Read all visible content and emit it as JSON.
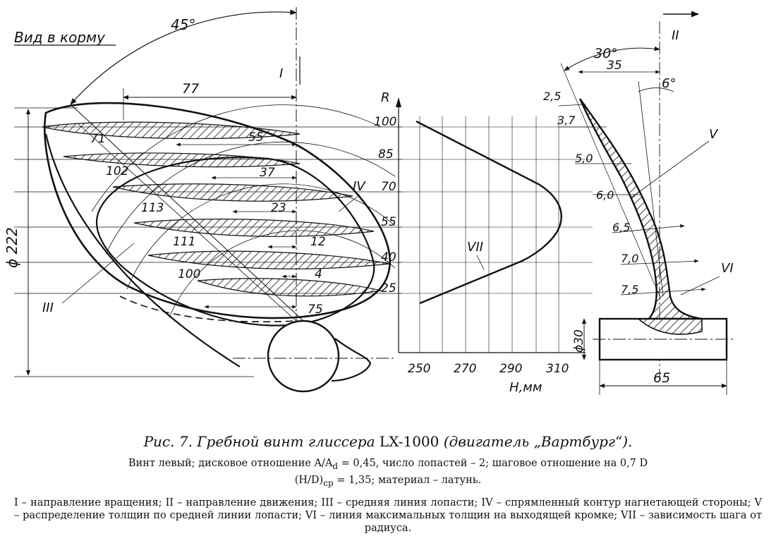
{
  "view_label": "Вид в корму",
  "angles": {
    "main": "45°",
    "side": "30°",
    "small": "6°"
  },
  "roman": {
    "I": "I",
    "II": "II",
    "III": "III",
    "IV": "IV",
    "V": "V",
    "VI": "VI",
    "VII": "VII"
  },
  "dimensions": {
    "diameter": "ϕ 222",
    "hub_diameter": "ϕ30",
    "hub_length": "65",
    "section_35": "35",
    "chords": [
      "77",
      "71",
      "55",
      "102",
      "37",
      "113",
      "23",
      "111",
      "12",
      "100",
      "4",
      "75"
    ]
  },
  "radius_axis": {
    "label": "R",
    "ticks": [
      "100",
      "85",
      "70",
      "55",
      "40",
      "25"
    ]
  },
  "pitch_axis": {
    "label": "H,мм",
    "ticks": [
      "250",
      "270",
      "290",
      "310"
    ]
  },
  "thickness_labels": [
    "2,5",
    "3,7",
    "5,0",
    "6,0",
    "6,5",
    "7,0",
    "7,5"
  ],
  "caption": {
    "title": "Рис. 7. Гребной винт глиссера",
    "model": "LX-1000",
    "engine": "(двигатель „Вартбург“).",
    "specs_line1": "Винт левый; дисковое отношение A/A",
    "specs_sub_d": "d",
    "specs_line1_rest": " = 0,45, число лопастей – 2; шаговое отношение на 0,7 D",
    "specs_line2": "(H/D)",
    "specs_sub_cp": "ср",
    "specs_line2_rest": " = 1,35; материал – латунь.",
    "legend": "I – направление вращения; II – направление движения; III – средняя линия лопасти; IV – спрямленный контур нагнетающей стороны; V – распределение толщин по средней линии лопасти; VI – линия максимальных толщин на выходящей кромке; VII – зависимость шага от радиуса."
  }
}
